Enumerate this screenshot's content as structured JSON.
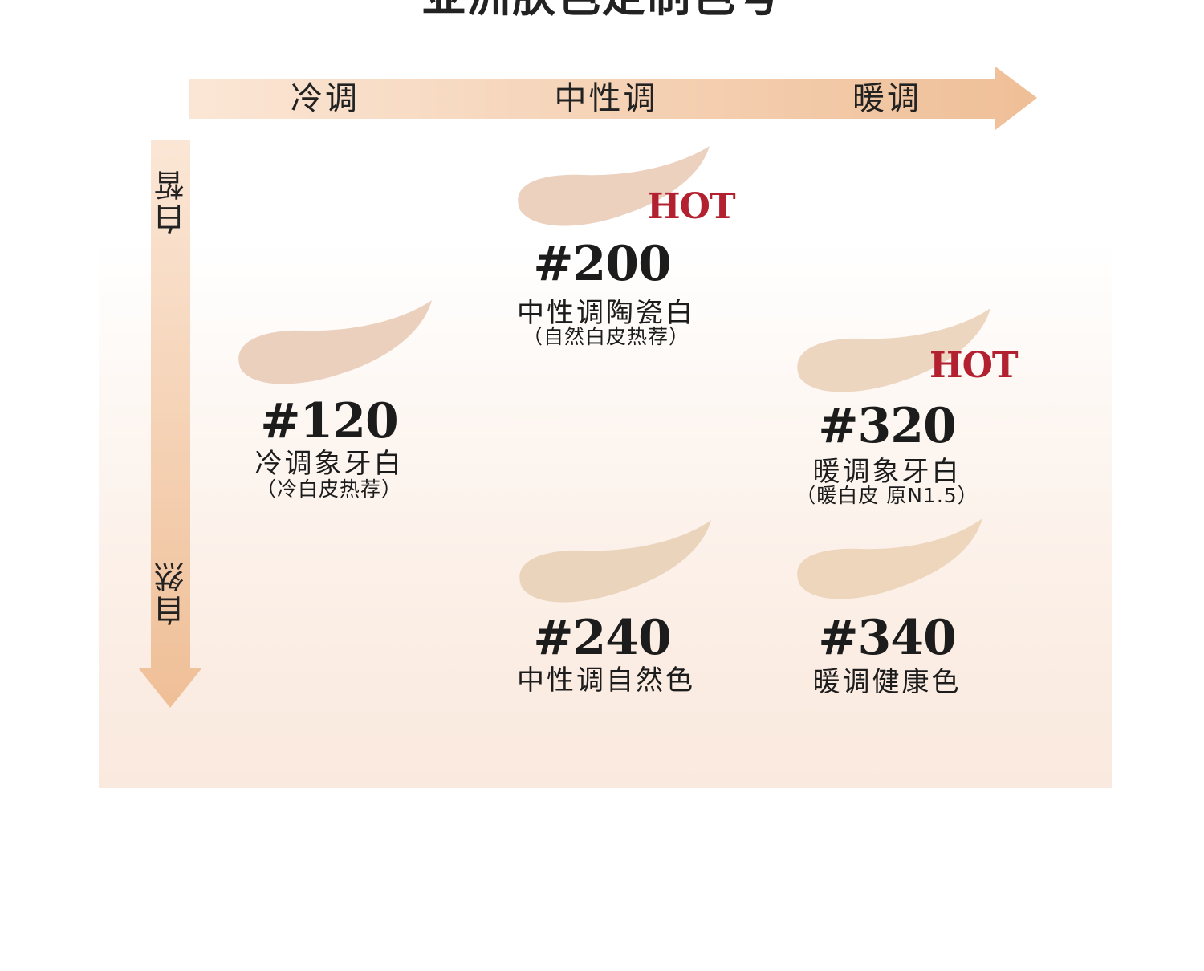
{
  "title": "亚洲肤色定制色号",
  "axes": {
    "horizontal": [
      "冷调",
      "中性调",
      "暖调"
    ],
    "vertical": [
      "白皙",
      "自然"
    ]
  },
  "colors": {
    "axis_light": "#fbe6d5",
    "axis_dark": "#efbf97",
    "hot": "#b3202f"
  },
  "shades": [
    {
      "code": "#200",
      "name": "中性调陶瓷白",
      "note": "（自然白皮热荐）",
      "hot": "HOT",
      "swatch_color": "#ecd1bf"
    },
    {
      "code": "#120",
      "name": "冷调象牙白",
      "note": "（冷白皮热荐）",
      "hot": "",
      "swatch_color": "#ead0bd"
    },
    {
      "code": "#320",
      "name": "暖调象牙白",
      "note": "（暖白皮 原N1.5）",
      "hot": "HOT",
      "swatch_color": "#edd6c0"
    },
    {
      "code": "#240",
      "name": "中性调自然色",
      "note": "",
      "hot": "",
      "swatch_color": "#ead4bb"
    },
    {
      "code": "#340",
      "name": "暖调健康色",
      "note": "",
      "hot": "",
      "swatch_color": "#eed6bc"
    }
  ]
}
